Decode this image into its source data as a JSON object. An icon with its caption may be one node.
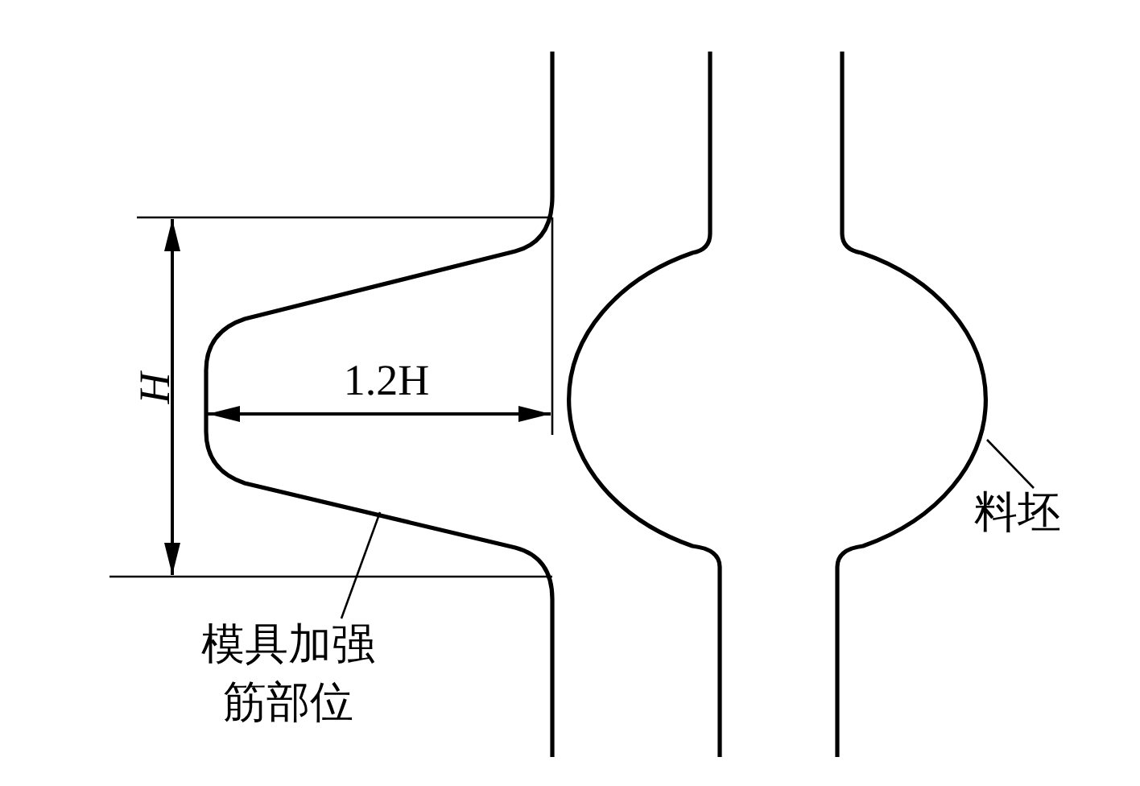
{
  "diagram": {
    "nodes": [
      {
        "text": [
          "模具加强筋部位"
        ]
      },
      {
        "text": [
          "料坯"
        ]
      }
    ],
    "edges": [
      {
        "from": 0,
        "to": null,
        "arrow": "none"
      },
      {
        "from": 1,
        "to": null,
        "arrow": "none"
      }
    ],
    "labels": [
      "H",
      "1.2H"
    ]
  }
}
